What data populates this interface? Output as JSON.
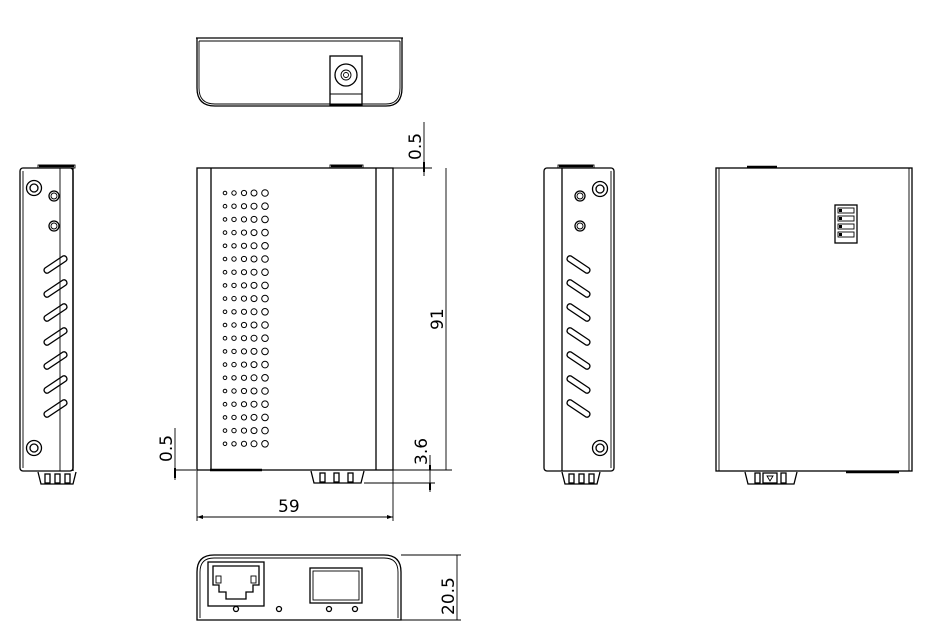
{
  "drawing": {
    "title": "Media converter dimensional drawing",
    "views": [
      "top-view",
      "left-side-view",
      "front-view",
      "right-side-view",
      "rear-view",
      "bottom-view"
    ],
    "dimensions": {
      "top_offset": "0.5",
      "height": "91",
      "bottom_offset_left": "0.5",
      "connector_offset": "3.6",
      "width": "59",
      "depth": "20.5"
    },
    "front_view": {
      "vent_rows": 20,
      "vent_columns": 5
    },
    "bottom_view": {
      "ports": [
        "rj45-port",
        "sfp-port"
      ],
      "leds": 4
    },
    "rear_view": {
      "dip_switch_positions": 4
    },
    "colors": {
      "line": "#000000",
      "background": "#ffffff"
    }
  }
}
